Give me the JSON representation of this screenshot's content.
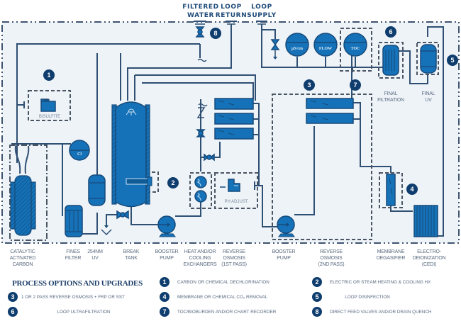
{
  "title": "Water Purification Process Flow Diagram",
  "top_connections": {
    "filtered_water": [
      "FILTERED",
      "WATER"
    ],
    "loop_return": [
      "LOOP",
      "RETURN"
    ],
    "loop_supply": [
      "LOOP",
      "SUPPLY"
    ]
  },
  "instruments": {
    "conductivity": "µS/cm",
    "flow": "FLOW",
    "toc": "TOC",
    "chlorine": "Cl"
  },
  "inline_labels": {
    "bisulfite": "BISULFITE",
    "ph_adjust": "PH ADJUST",
    "final_filtration": [
      "FINAL",
      "FILTRATION"
    ],
    "final_uv": [
      "FINAL",
      "UV"
    ]
  },
  "equipment_labels": [
    {
      "id": "catalytic-activated-carbon",
      "lines": [
        "CATALYTIC",
        "ACTIVATED",
        "CARBON"
      ]
    },
    {
      "id": "fines-filter",
      "lines": [
        "FINES",
        "FILTER"
      ]
    },
    {
      "id": "uv-254nm",
      "lines": [
        "254NM",
        "UV"
      ]
    },
    {
      "id": "break-tank",
      "lines": [
        "BREAK",
        "TANK"
      ]
    },
    {
      "id": "booster-pump-1",
      "lines": [
        "BOOSTER",
        "PUMP"
      ]
    },
    {
      "id": "heat-cool-exchangers",
      "lines": [
        "HEAT AND/OR",
        "COOLING",
        "EXCHANGERS"
      ]
    },
    {
      "id": "ro-1st-pass",
      "lines": [
        "REVERSE",
        "OSMOSIS",
        "(1ST PASS)"
      ]
    },
    {
      "id": "booster-pump-2",
      "lines": [
        "BOOSTER",
        "PUMP"
      ]
    },
    {
      "id": "ro-2nd-pass",
      "lines": [
        "REVERSE",
        "OSMOSIS",
        "(2ND PASS)"
      ]
    },
    {
      "id": "membrane-degasifier",
      "lines": [
        "MEMBRANE",
        "DEGASIFIER"
      ]
    },
    {
      "id": "cedi",
      "lines": [
        "ELECTRO-",
        "DEIONIZATION",
        "(CEDI)"
      ]
    }
  ],
  "badges": [
    "1",
    "2",
    "3",
    "4",
    "5",
    "6",
    "7",
    "8"
  ],
  "legend": {
    "title": "PROCESS OPTIONS AND UPGRADES",
    "items": [
      {
        "num": "1",
        "text": "CARBON OR CHEMICAL DECHLORINATION"
      },
      {
        "num": "2",
        "text": "ELECTRIC OR STEAM HEATING & COOLING HX"
      },
      {
        "num": "3",
        "text": "1 OR 2 PASS REVERSE OSMOSIS + FRP OR SST"
      },
      {
        "num": "4",
        "text": "MEMBRANE OR CHEMICAL CO₂ REMOVAL"
      },
      {
        "num": "5",
        "text": "LOOP DISINFECTION"
      },
      {
        "num": "6",
        "text": "LOOP ULTRAFILTRATION"
      },
      {
        "num": "7",
        "text": "TOC/BIOBURDEN AND/OR CHART RECORDER"
      },
      {
        "num": "8",
        "text": "DIRECT FEED VALVES AND/OR DRAIN QUENCH"
      }
    ]
  },
  "colors": {
    "equipment": "#1672b8",
    "outline": "#164a7a",
    "pipe": "#2f4f73",
    "badge": "#0e3d6e",
    "background": "#eef3f8"
  }
}
